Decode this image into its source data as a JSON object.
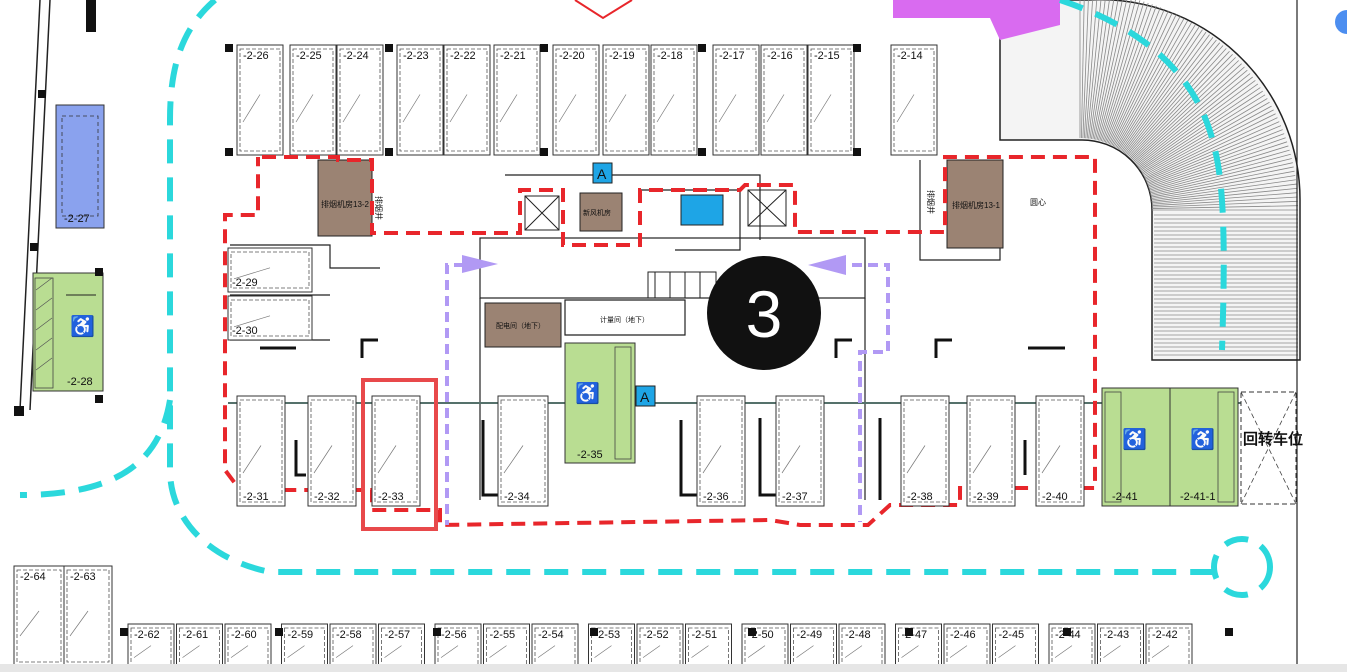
{
  "zone_badge": "3",
  "turnaround_label": "回转车位",
  "access_badge": "A",
  "rooms": {
    "fan_left": "排烟机房13-2",
    "fan_right": "排烟机房13-1",
    "shaft_left": "排烟井",
    "shaft_right": "排烟井",
    "air_room": "新风机房",
    "power_room": "配电间（地下）",
    "meter_room": "计量间（地下）",
    "circle_note": "圆心"
  },
  "colors": {
    "boundary_red": "#e8262b",
    "path_cyan": "#2bd8dc",
    "route_purple": "#b199f4",
    "accessible_green": "#b9dd92",
    "room_brown": "#9b8373",
    "blue_stall": "#8aa2ee",
    "sign_blue": "#1ea5e6",
    "badge_black": "#111111",
    "highlight_red": "#e8494b",
    "arrow_magenta": "#d96bf0"
  },
  "spaces": {
    "top": [
      "-2-26",
      "-2-25",
      "-2-24",
      "-2-23",
      "-2-22",
      "-2-21",
      "-2-20",
      "-2-19",
      "-2-18",
      "-2-17",
      "-2-16",
      "-2-15",
      "-2-14"
    ],
    "left": [
      "-2-27",
      "-2-28"
    ],
    "side": [
      "-2-29",
      "-2-30"
    ],
    "middle": [
      "-2-31",
      "-2-32",
      "-2-33",
      "-2-34",
      "-2-35",
      "-2-36",
      "-2-37",
      "-2-38",
      "-2-39",
      "-2-40",
      "-2-41",
      "-2-41-1"
    ],
    "bottom": [
      "-2-64",
      "-2-63",
      "-2-62",
      "-2-61",
      "-2-60",
      "-2-59",
      "-2-58",
      "-2-57",
      "-2-56",
      "-2-55",
      "-2-54",
      "-2-53",
      "-2-52",
      "-2-51",
      "-2-50",
      "-2-49",
      "-2-48",
      "-2-47",
      "-2-46",
      "-2-45",
      "-2-44",
      "-2-43",
      "-2-42"
    ]
  }
}
